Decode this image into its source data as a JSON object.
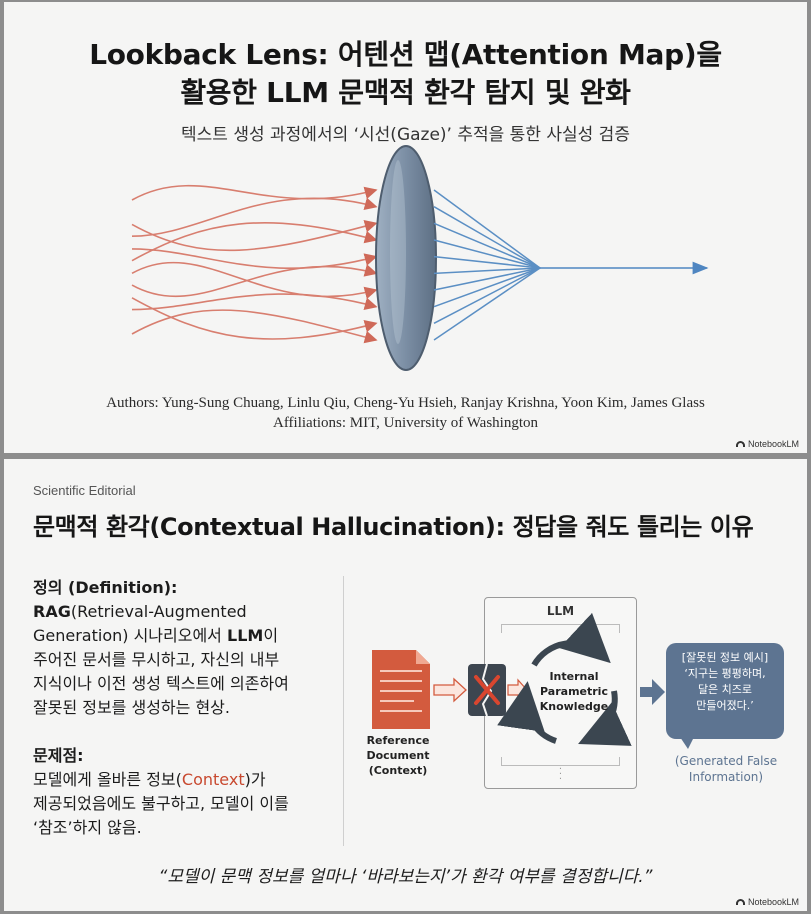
{
  "slide1": {
    "title_line1": "Lookback Lens: 어텐션 맵(Attention Map)을",
    "title_line2": "활용한 LLM 문맥적 환각 탐지 및 완화",
    "subtitle": "텍스트 생성 과정에서의 ‘시선(Gaze)’ 추적을 통한 사실성 검증",
    "authors": "Authors: Yung-Sung Chuang, Linlu Qiu, Cheng-Yu Hsieh, Ranjay Krishna, Yoon Kim, James Glass",
    "affiliations": "Affiliations: MIT, University of Washington",
    "brand": "NotebookLM",
    "colors": {
      "incoming_rays": "#d36a58",
      "outgoing_rays": "#5b8fc4",
      "lens": "#7b8ea4"
    }
  },
  "slide2": {
    "eyebrow": "Scientific Editorial",
    "title": "문맥적 환각(Contextual Hallucination): 정답을 줘도 틀리는 이유",
    "definition_heading": "정의 (Definition):",
    "definition_rag": "RAG",
    "definition_rag_rest": "(Retrieval-Augmented",
    "definition_line2a": "Generation) 시나리오에서 ",
    "definition_llm": "LLM",
    "definition_line2b": "이",
    "definition_line3": "주어진 문서를 무시하고, 자신의 내부",
    "definition_line4": "지식이나 이전 생성 텍스트에 의존하여",
    "definition_line5": "잘못된 정보를 생성하는 현상.",
    "problem_heading": "문제점:",
    "problem_line1a": "모델에게 올바른 정보(",
    "problem_context": "Context",
    "problem_line1b": ")가",
    "problem_line2": "제공되었음에도 불구하고, 모델이 이를",
    "problem_line3": "‘참조’하지 않음.",
    "diagram": {
      "llm_label": "LLM",
      "knowledge_line1": "Internal",
      "knowledge_line2": "Parametric",
      "knowledge_line3": "Knowledge",
      "doc_line1": "Reference",
      "doc_line2": "Document",
      "doc_line3": "(Context)",
      "bubble_line1": "[잘못된 정보 예시]",
      "bubble_line2": "‘지구는 평평하며,",
      "bubble_line3": "달은 치즈로",
      "bubble_line4": "만들어졌다.’",
      "false_line1": "(Generated False",
      "false_line2": "Information)",
      "colors": {
        "document": "#d35b3e",
        "bubble": "#5d7491",
        "blocked": "#d9462f",
        "cycle": "#3b4650"
      }
    },
    "quote": "“모델이 문맥 정보를 얼마나 ‘바라보는지’가 환각 여부를 결정합니다.”",
    "brand": "NotebookLM"
  }
}
